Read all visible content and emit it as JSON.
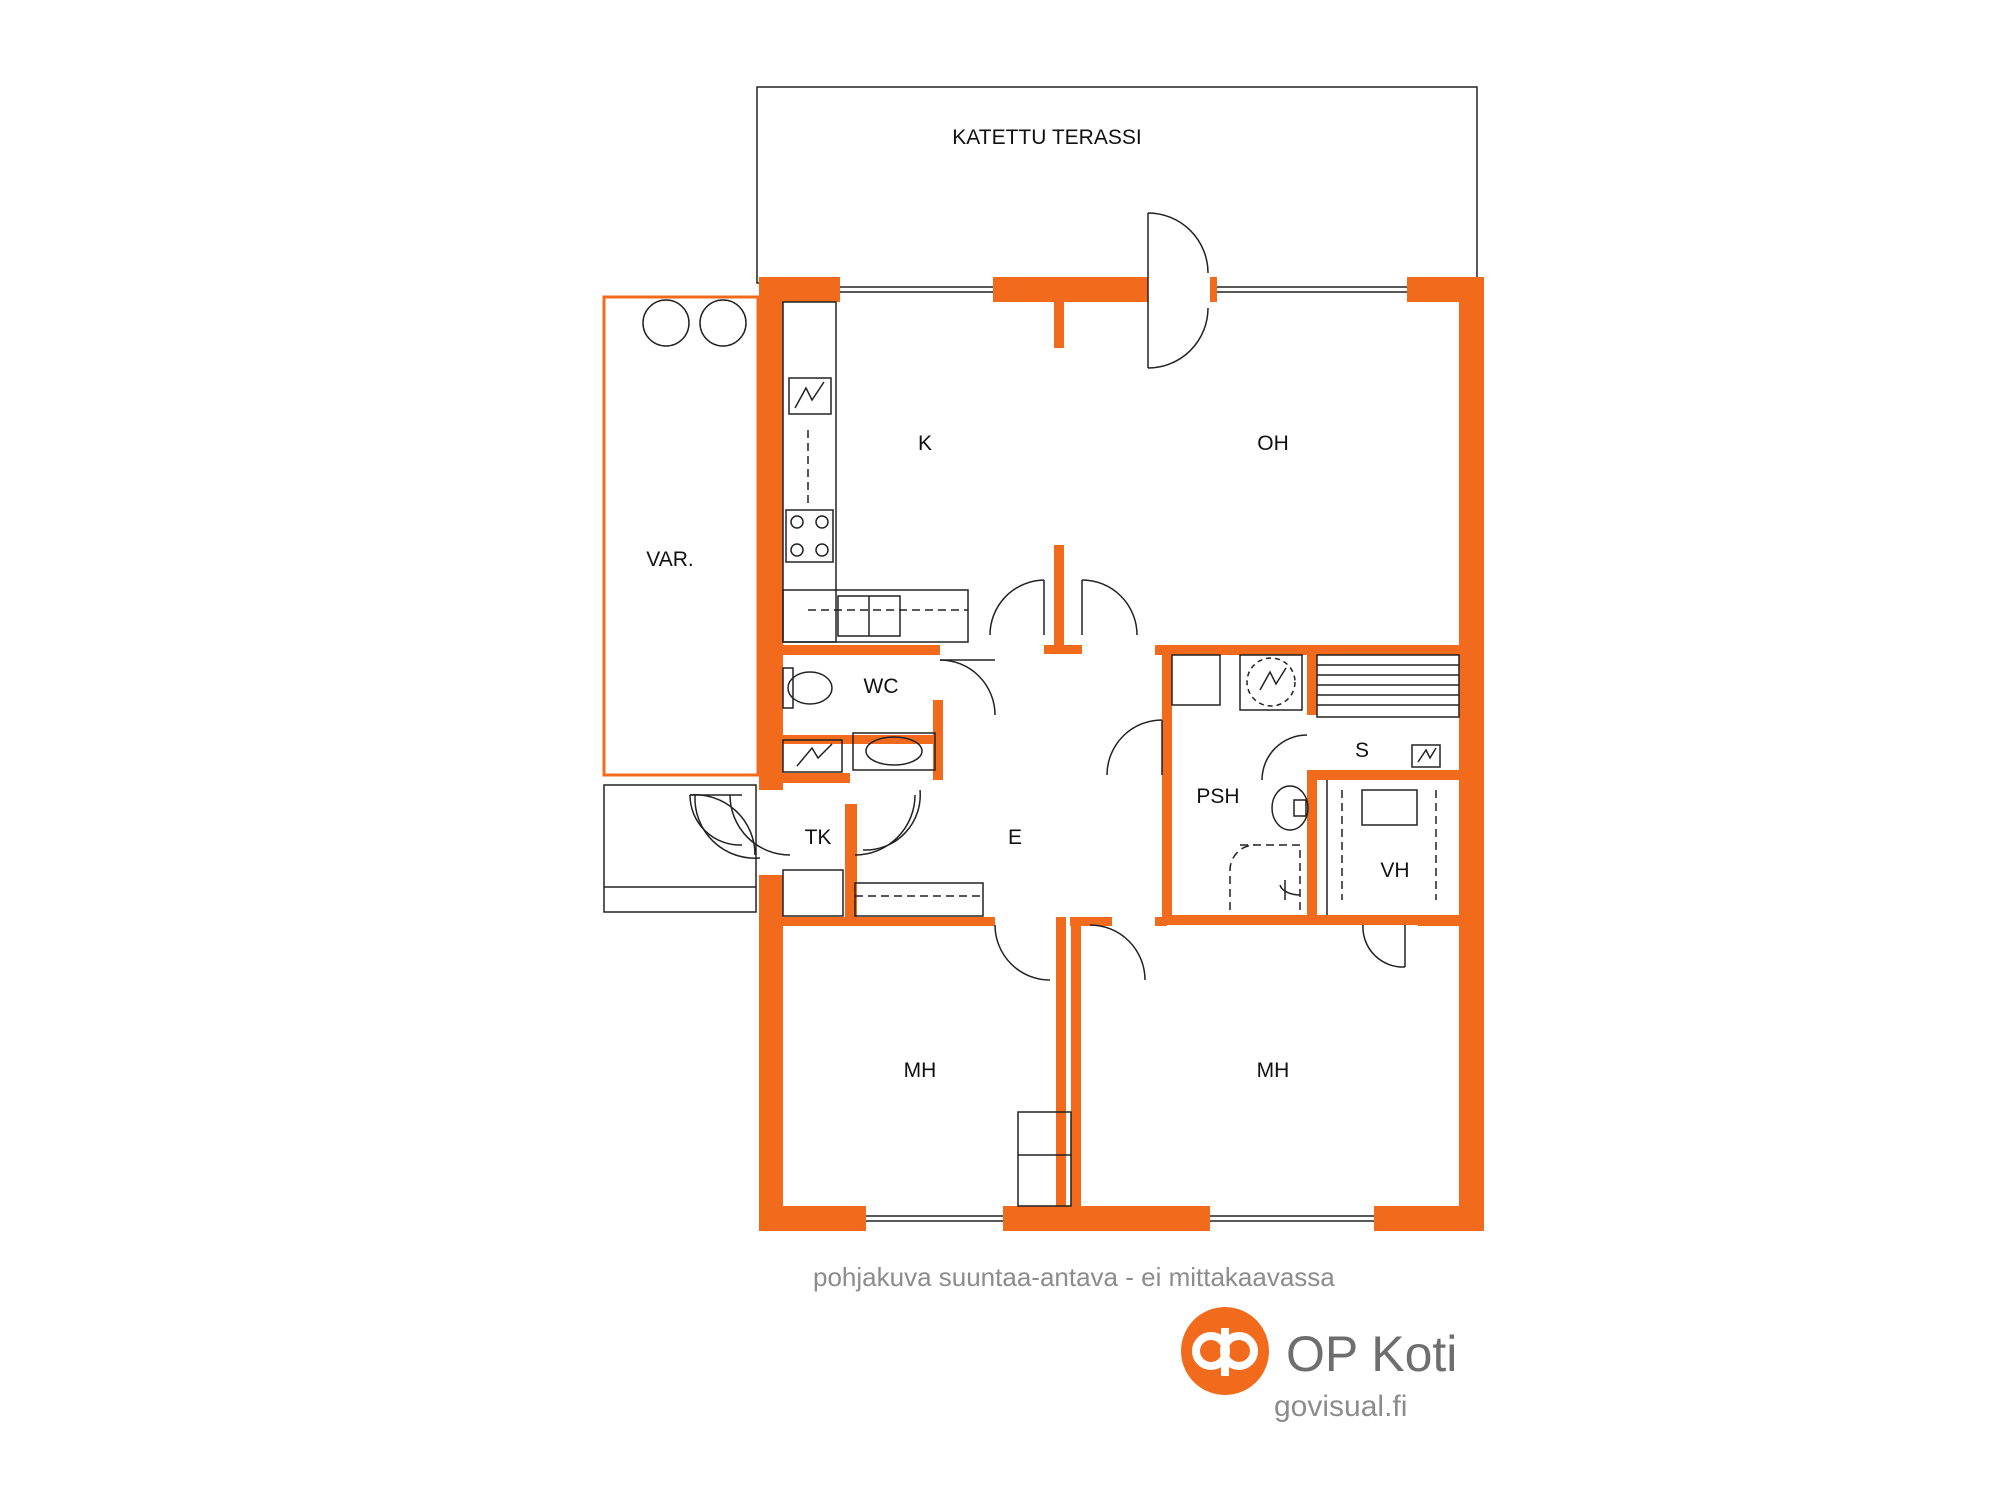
{
  "plan": {
    "rooms": {
      "terrace": "KATETTU TERASSI",
      "kitchen": "K",
      "living": "OH",
      "storage": "VAR.",
      "wc": "WC",
      "closet": "TK",
      "hall": "E",
      "bathroom": "PSH",
      "sauna": "S",
      "wardrobe": "VH",
      "bedroom_left": "MH",
      "bedroom_right": "MH"
    },
    "wall_color": "#f26b1d"
  },
  "footer": {
    "disclaimer": "pohjakuva suuntaa-antava - ei mittakaavassa",
    "brand": "OP Koti",
    "website": "govisual.fi"
  },
  "icons": {
    "logo": "op-logo-icon"
  }
}
